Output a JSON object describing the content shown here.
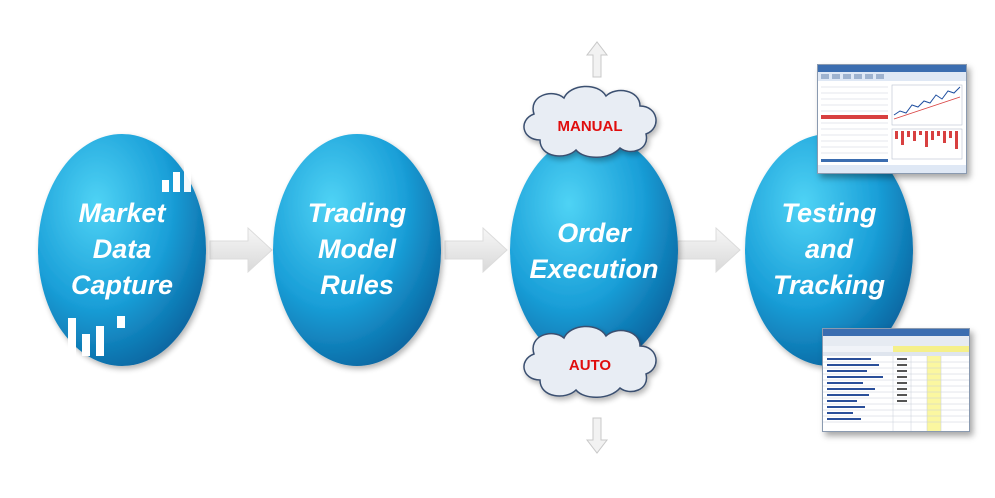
{
  "stages": [
    {
      "lines": [
        "Market",
        "Data",
        "Capture"
      ]
    },
    {
      "lines": [
        "Trading",
        "Model",
        "Rules"
      ]
    },
    {
      "lines": [
        "Order",
        "Execution"
      ]
    },
    {
      "lines": [
        "Testing",
        "and",
        "Tracking"
      ]
    }
  ],
  "clouds": {
    "top": "MANUAL",
    "bottom": "AUTO"
  },
  "colors": {
    "ellipse_light": "#39c6ec",
    "ellipse_dark": "#0a6fae",
    "arrow": "#e9e9e9",
    "cloud_fill": "#e8edf4",
    "cloud_stroke": "#3a5070",
    "cloud_text": "#e01010"
  },
  "icons": [
    "bar-chart-icon",
    "spreadsheet-thumbnail",
    "chart-thumbnail"
  ]
}
